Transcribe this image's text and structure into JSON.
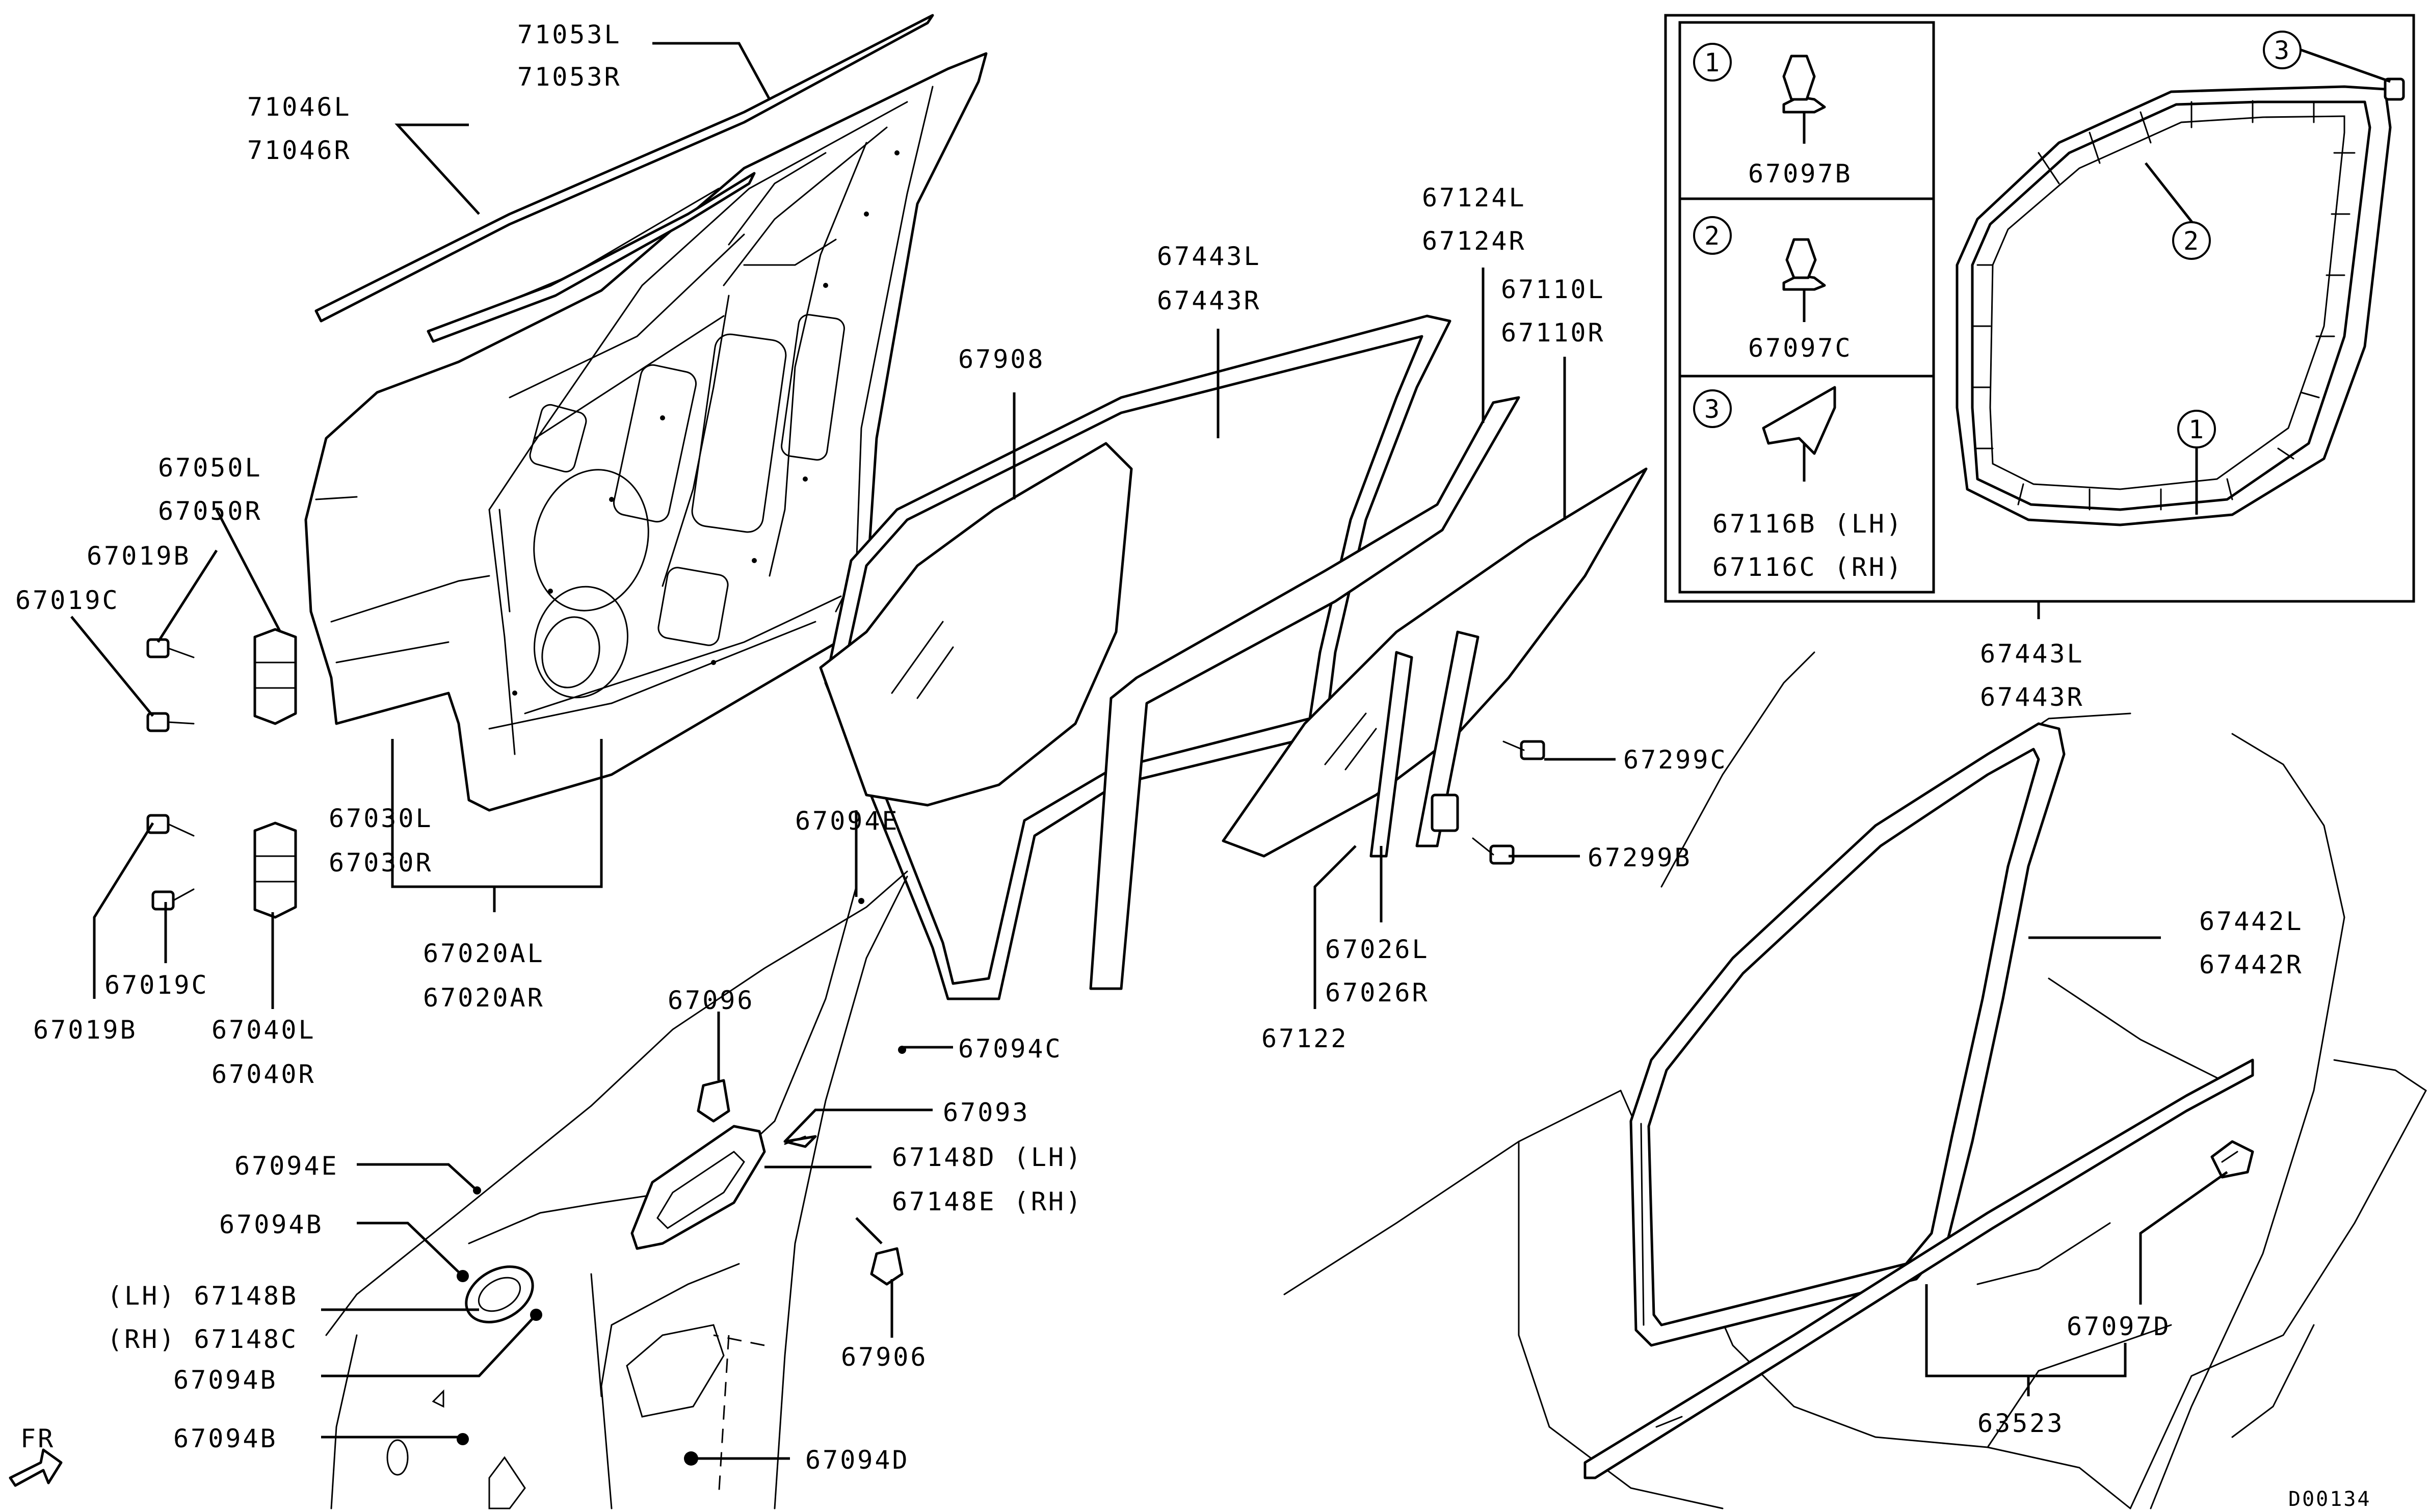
{
  "diagram": {
    "drawing_code": "D00134",
    "direction_marker": "FR",
    "parts": [
      {
        "id": "p71053",
        "lines": [
          "71053L",
          "71053R"
        ]
      },
      {
        "id": "p71046",
        "lines": [
          "71046L",
          "71046R"
        ]
      },
      {
        "id": "p67050",
        "lines": [
          "67050L",
          "67050R"
        ]
      },
      {
        "id": "p67019b_top",
        "lines": [
          "67019B"
        ]
      },
      {
        "id": "p67019c_top",
        "lines": [
          "67019C"
        ]
      },
      {
        "id": "p67030",
        "lines": [
          "67030L",
          "67030R"
        ]
      },
      {
        "id": "p67020a",
        "lines": [
          "67020AL",
          "67020AR"
        ]
      },
      {
        "id": "p67019c_bot",
        "lines": [
          "67019C"
        ]
      },
      {
        "id": "p67019b_bot",
        "lines": [
          "67019B"
        ]
      },
      {
        "id": "p67040",
        "lines": [
          "67040L",
          "67040R"
        ]
      },
      {
        "id": "p67908",
        "lines": [
          "67908"
        ]
      },
      {
        "id": "p67443_glass",
        "lines": [
          "67443L",
          "67443R"
        ]
      },
      {
        "id": "p67124",
        "lines": [
          "67124L",
          "67124R"
        ]
      },
      {
        "id": "p67110",
        "lines": [
          "67110L",
          "67110R"
        ]
      },
      {
        "id": "p67299c",
        "lines": [
          "67299C"
        ]
      },
      {
        "id": "p67299b",
        "lines": [
          "67299B"
        ]
      },
      {
        "id": "p67026",
        "lines": [
          "67026L",
          "67026R"
        ]
      },
      {
        "id": "p67122",
        "lines": [
          "67122"
        ]
      },
      {
        "id": "p67094e_top",
        "lines": [
          "67094E"
        ]
      },
      {
        "id": "p67096",
        "lines": [
          "67096"
        ]
      },
      {
        "id": "p67094c",
        "lines": [
          "67094C"
        ]
      },
      {
        "id": "p67093",
        "lines": [
          "67093"
        ]
      },
      {
        "id": "p67148d",
        "lines": [
          "67148D (LH)",
          "67148E (RH)"
        ]
      },
      {
        "id": "p67094e_mid",
        "lines": [
          "67094E"
        ]
      },
      {
        "id": "p67094b_1",
        "lines": [
          "67094B"
        ]
      },
      {
        "id": "p67148b",
        "lines": [
          "(LH) 67148B",
          "(RH) 67148C"
        ]
      },
      {
        "id": "p67094b_2",
        "lines": [
          "67094B"
        ]
      },
      {
        "id": "p67906",
        "lines": [
          "67906"
        ]
      },
      {
        "id": "p67094b_3",
        "lines": [
          "67094B"
        ]
      },
      {
        "id": "p67094d",
        "lines": [
          "67094D"
        ]
      },
      {
        "id": "p67443_seal",
        "lines": [
          "67443L",
          "67443R"
        ]
      },
      {
        "id": "p67442",
        "lines": [
          "67442L",
          "67442R"
        ]
      },
      {
        "id": "p67097d",
        "lines": [
          "67097D"
        ]
      },
      {
        "id": "p63523",
        "lines": [
          "63523"
        ]
      }
    ],
    "inset": {
      "cells": [
        {
          "marker": "1",
          "lines": [
            "67097B"
          ]
        },
        {
          "marker": "2",
          "lines": [
            "67097C"
          ]
        },
        {
          "marker": "3",
          "lines": [
            "67116B (LH)",
            "67116C (RH)"
          ]
        }
      ],
      "seal_markers": [
        "3",
        "2",
        "1"
      ]
    }
  }
}
